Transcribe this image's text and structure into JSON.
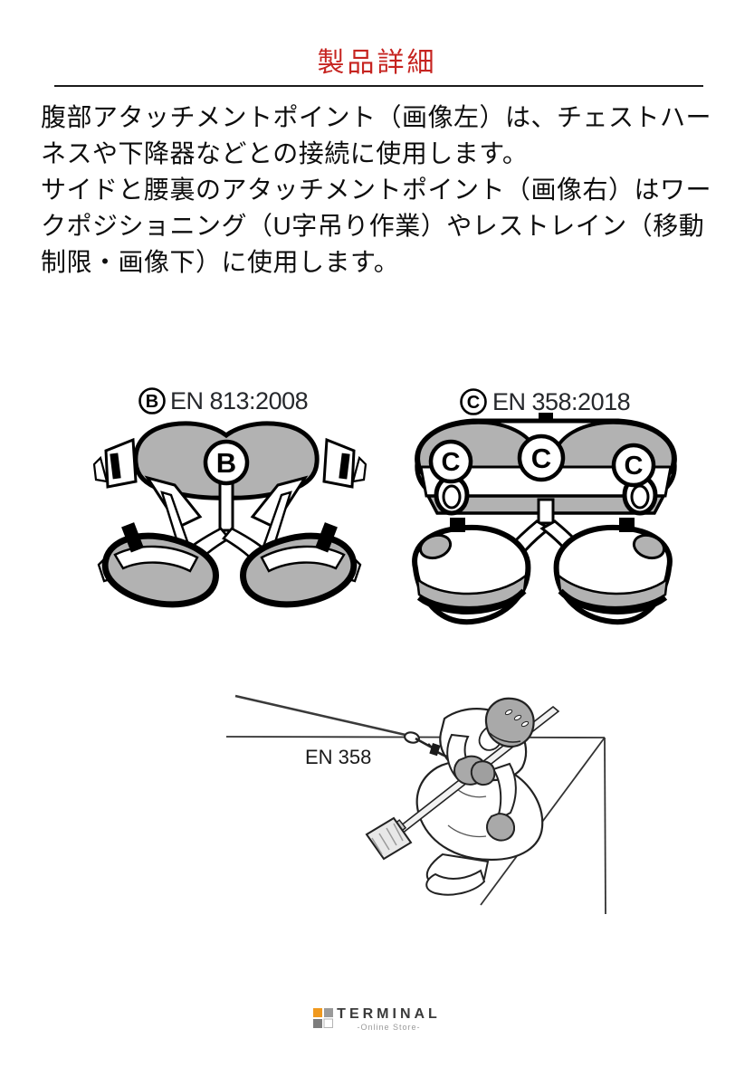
{
  "page": {
    "title": "製品詳細",
    "colors": {
      "title_red": "#c62420",
      "body_text": "#0e0e0e",
      "diagram_pad_gray": "#b2b2b2",
      "helmet_gray": "#a9a9a9",
      "line_black": "#000000"
    }
  },
  "description": {
    "sentence1": "腹部アタッチメントポイント（画像左）は、チェストハーネスや下降器などとの接続に使用します。",
    "sentence2": "サイドと腰裏のアタッチメントポイント（画像右）はワークポジショニング（U字吊り作業）やレストレイン（移動制限・画像下）に使用します。"
  },
  "figures": {
    "belly_attachment": {
      "marker": "B",
      "standard": "EN 813:2008"
    },
    "side_rear_attachment": {
      "marker": "C",
      "standard": "EN 358:2018"
    },
    "work_positioning": {
      "standard": "EN 358"
    }
  },
  "footer": {
    "brand": "TERMINAL",
    "tagline": "-Online Store-",
    "logo_squares": {
      "top_left": "#f0991e",
      "top_right": "#9a9a9a",
      "bottom_left": "#7d7d7d",
      "bottom_right": "#ffffff"
    }
  }
}
